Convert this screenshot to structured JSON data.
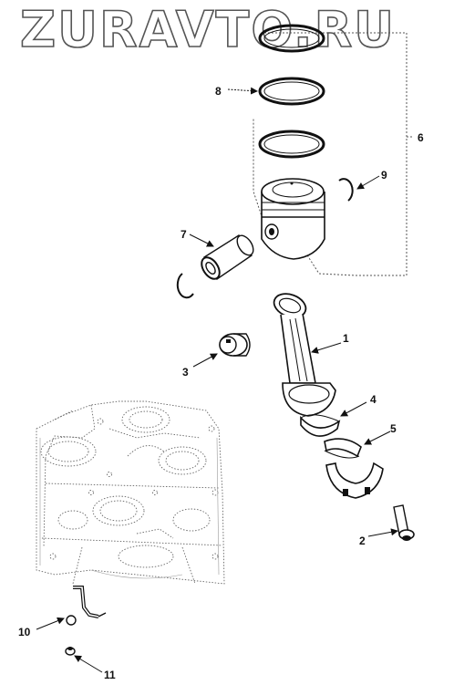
{
  "watermark": "ZURAVTO.RU",
  "callouts": [
    {
      "id": "1",
      "label": "1"
    },
    {
      "id": "2",
      "label": "2"
    },
    {
      "id": "3",
      "label": "3"
    },
    {
      "id": "4",
      "label": "4"
    },
    {
      "id": "5",
      "label": "5"
    },
    {
      "id": "6",
      "label": "6"
    },
    {
      "id": "7",
      "label": "7"
    },
    {
      "id": "8",
      "label": "8"
    },
    {
      "id": "9",
      "label": "9"
    },
    {
      "id": "10",
      "label": "10"
    },
    {
      "id": "11",
      "label": "11"
    }
  ]
}
